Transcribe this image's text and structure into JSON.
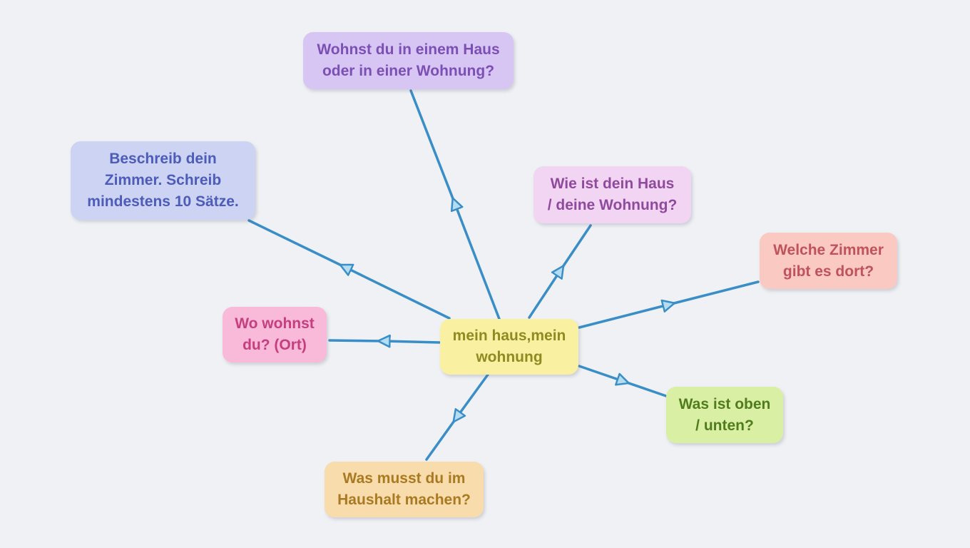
{
  "app": {
    "background_color": "#eff1f4",
    "connector_color": "#3a8ec8",
    "arrowhead_fill": "#b5ddf2"
  },
  "mindmap": {
    "central": {
      "label": "mein haus,mein\nwohnung",
      "bg": "#f9f0a2",
      "text_color": "#8e8b21"
    },
    "branches": {
      "wohnst": {
        "label": "Wohnst du in einem Haus\noder in einer Wohnung?",
        "bg": "#d7c6f3",
        "text_color": "#7b4fb3"
      },
      "beschreib": {
        "label": "Beschreib dein\nZimmer. Schreib\nmindestens 10 Sätze.",
        "bg": "#cdd3f2",
        "text_color": "#4d5cb9"
      },
      "wie": {
        "label": "Wie ist dein Haus\n/ deine Wohnung?",
        "bg": "#f2d4f3",
        "text_color": "#8f4a9e"
      },
      "welche": {
        "label": "Welche Zimmer\ngibt es dort?",
        "bg": "#f9c9c2",
        "text_color": "#c0525c"
      },
      "wo": {
        "label": "Wo wohnst\ndu? (Ort)",
        "bg": "#f9b9d9",
        "text_color": "#c53e7f"
      },
      "oben": {
        "label": "Was ist oben\n/ unten?",
        "bg": "#d9efa3",
        "text_color": "#517c1e"
      },
      "haushalt": {
        "label": "Was musst du im\nHaushalt machen?",
        "bg": "#f9dcab",
        "text_color": "#a97a22"
      }
    },
    "edges": [
      {
        "from": "central",
        "to": "wohnst"
      },
      {
        "from": "central",
        "to": "beschreib"
      },
      {
        "from": "central",
        "to": "wie"
      },
      {
        "from": "central",
        "to": "welche"
      },
      {
        "from": "central",
        "to": "wo"
      },
      {
        "from": "central",
        "to": "oben"
      },
      {
        "from": "central",
        "to": "haushalt"
      }
    ]
  }
}
